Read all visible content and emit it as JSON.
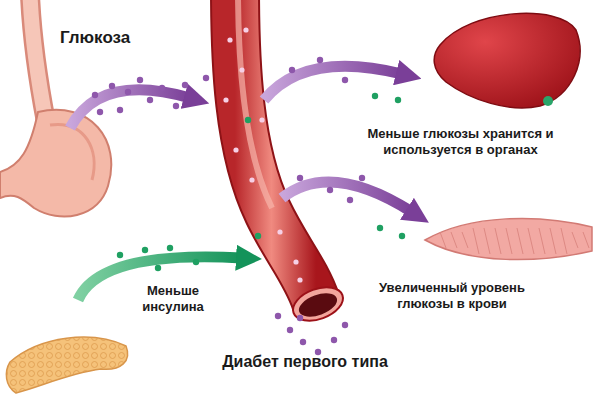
{
  "diagram": {
    "caption": "Диабет первого типа",
    "labels": [
      "Глюкоза",
      "Меньше глюкозы хранится и используется в органах",
      "Меньше инсулина",
      "Увеличенный уровень глюкозы в крови"
    ]
  }
}
